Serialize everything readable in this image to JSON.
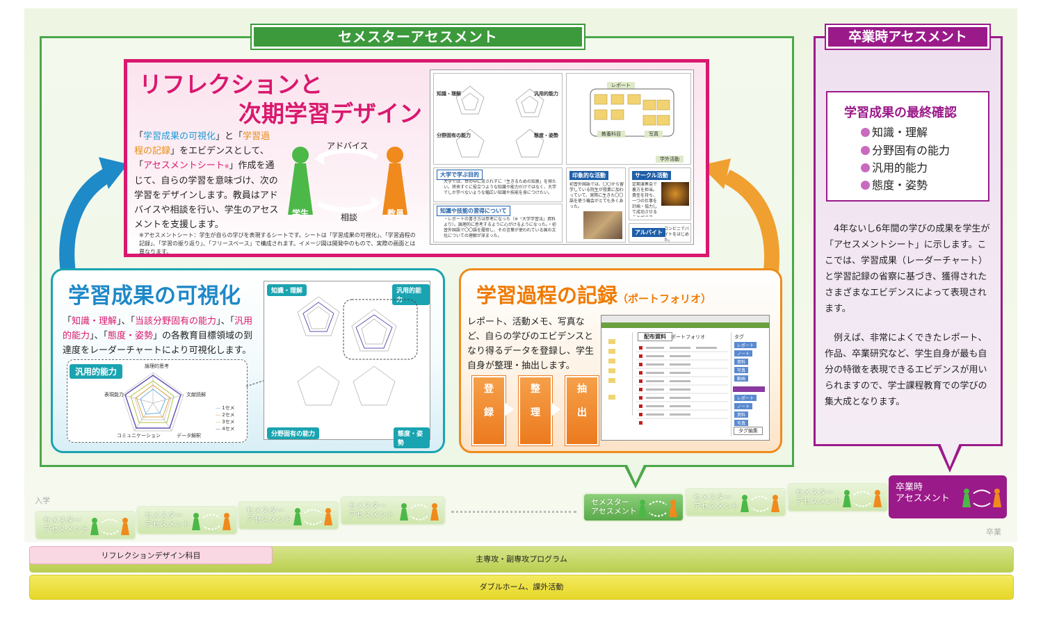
{
  "semester_title": "セメスターアセスメント",
  "graduation_title": "卒業時アセスメント",
  "reflection": {
    "title_line1": "リフレクションと",
    "title_line2": "次期学習デザイン",
    "body": [
      {
        "t": "「",
        "c": ""
      },
      {
        "t": "学習成果の可視化",
        "c": "blue"
      },
      {
        "t": "」と「",
        "c": ""
      },
      {
        "t": "学習過程の記録",
        "c": "orange"
      },
      {
        "t": "」をエビデンスとして、「",
        "c": ""
      },
      {
        "t": "アセスメントシート",
        "c": "pink"
      },
      {
        "t": "※",
        "c": "pink-small"
      },
      {
        "t": "」作成を通じて、自らの学習を意味づけ、次の学習をデザインします。教員はアドバイスや相談を行い、学生のアセスメントを支援します。",
        "c": ""
      }
    ],
    "advice_label": "アドバイス",
    "consult_label": "相談",
    "student_label": "学生",
    "teacher_label": "教員",
    "note": "※アセスメントシート：学生が自らの学びを表現するシートです。シートは「学習成果の可視化」、「学習過程の記録」、「学習の振り返り」、「フリースペース」で構成されます。イメージ図は開発中のもので、実際の画面とは異なります。",
    "sheet": {
      "chart_labels": [
        "知識・理解",
        "汎用的能力",
        "分野固有の能力",
        "態度・姿勢"
      ],
      "report_label": "レポート",
      "subject_label": "教養科目",
      "photo_label": "写真",
      "dorm_label": "学外活動",
      "purpose_label": "大学で学ぶ目的",
      "purpose_text": "大学では、世の中に流されずに「生きるための知恵」を得たい。将来すぐに役立つような知識や能力だけではなく、大学でしか学べないような幅広い知識や技能を身につけたい。",
      "knowledge_label": "知識や技能の習得について",
      "knowledge_text": "・レポートの書き方は参考になった（※「大学学習法」資料より）。論理的に思考するように心がけるようになった。・初習外国語で〇〇語を履修し、その言葉が使われている国の文化についての理解が深まった。",
      "impressive_label": "印象的な活動",
      "impressive_text": "初習外国語では、〇〇から留学している院生が授業に加わっていて、実際に生きた〇〇語を使う機会がとても多くあった。",
      "circle_label": "サークル活動",
      "circle_text": "定期演奏会で裏方を担当。責任を持ち、一つの仕事を計画・協力して成功させることができた。",
      "baito_label": "アルバイト",
      "baito_text": "コンビニでバイトをはじめた。"
    }
  },
  "visualization": {
    "title": "学習成果の可視化",
    "body": [
      {
        "t": "「",
        "c": ""
      },
      {
        "t": "知識・理解",
        "c": "pink"
      },
      {
        "t": "」、「",
        "c": ""
      },
      {
        "t": "当該分野固有の能力",
        "c": "pink"
      },
      {
        "t": "」、「",
        "c": ""
      },
      {
        "t": "汎用的能力",
        "c": "pink"
      },
      {
        "t": "」、「",
        "c": ""
      },
      {
        "t": "態度・姿勢",
        "c": "pink"
      },
      {
        "t": "」の各教育目標領域の到達度をレーダーチャートにより可視化します。",
        "c": ""
      }
    ],
    "radar_tag": "汎用的能力",
    "radar_axes": [
      "論理的思考",
      "文献読解",
      "データ解釈",
      "コミュニケーション",
      "表現能力"
    ],
    "legend": [
      "1セメ",
      "2セメ",
      "3セメ",
      "4セメ"
    ],
    "chart_tags": [
      "知識・理解",
      "汎用的能力",
      "分野固有の能力",
      "態度・姿勢"
    ]
  },
  "portfolio": {
    "title": "学習過程の記録",
    "title_sub": "（ポートフォリオ）",
    "body": "レポート、活動メモ、写真など、自らの学びのエビデンスとなり得るデータを登録し、学生自身が整理・抽出します。",
    "steps": [
      [
        "登",
        "録"
      ],
      [
        "整",
        "理"
      ],
      [
        "抽",
        "出"
      ]
    ],
    "screen": {
      "tab": "配布資料",
      "subtab": "ポートフォリオ",
      "tag_edit": "タグ編集",
      "tag_header": "タグ",
      "tags": [
        "レポート",
        "ノート",
        "資料",
        "写真",
        "動画"
      ],
      "tags2": [
        "レポート",
        "ノート",
        "資料",
        "写真"
      ]
    }
  },
  "final_check": {
    "title": "学習成果の最終確認",
    "items": [
      "知識・理解",
      "分野固有の能力",
      "汎用的能力",
      "態度・姿勢"
    ]
  },
  "graduation_text": {
    "p1": "4年ないし6年間の学びの成果を学生が「アセスメントシート」に示します。ここでは、学習成果（レーダーチャート）と学習記録の省察に基づき、獲得されたさまざまなエビデンスによって表現されます。",
    "p2": "例えば、非常によくできたレポート、作品、卒業研究など、学生自身が最も自分の特徴を表現できるエビデンスが用いられますので、学士課程教育での学びの集大成となります。"
  },
  "timeline": {
    "start_label": "入学",
    "end_label": "卒業",
    "semester_label": "セメスター\nアセスメント",
    "graduation_label": "卒業時\nアセスメント"
  },
  "bars": {
    "reflection_subject": "リフレクションデザイン科目",
    "major_program": "主専攻・副専攻プログラム",
    "double_home": "ダブルホーム、課外活動"
  },
  "colors": {
    "semester_green": "#3c9a3c",
    "graduation_purple": "#9b1a8a",
    "reflection_pink": "#d9186e",
    "visualization_teal": "#1aa3b0",
    "portfolio_orange": "#ef8a1a",
    "student_green": "#4cb848",
    "teacher_orange": "#f08a1c"
  }
}
